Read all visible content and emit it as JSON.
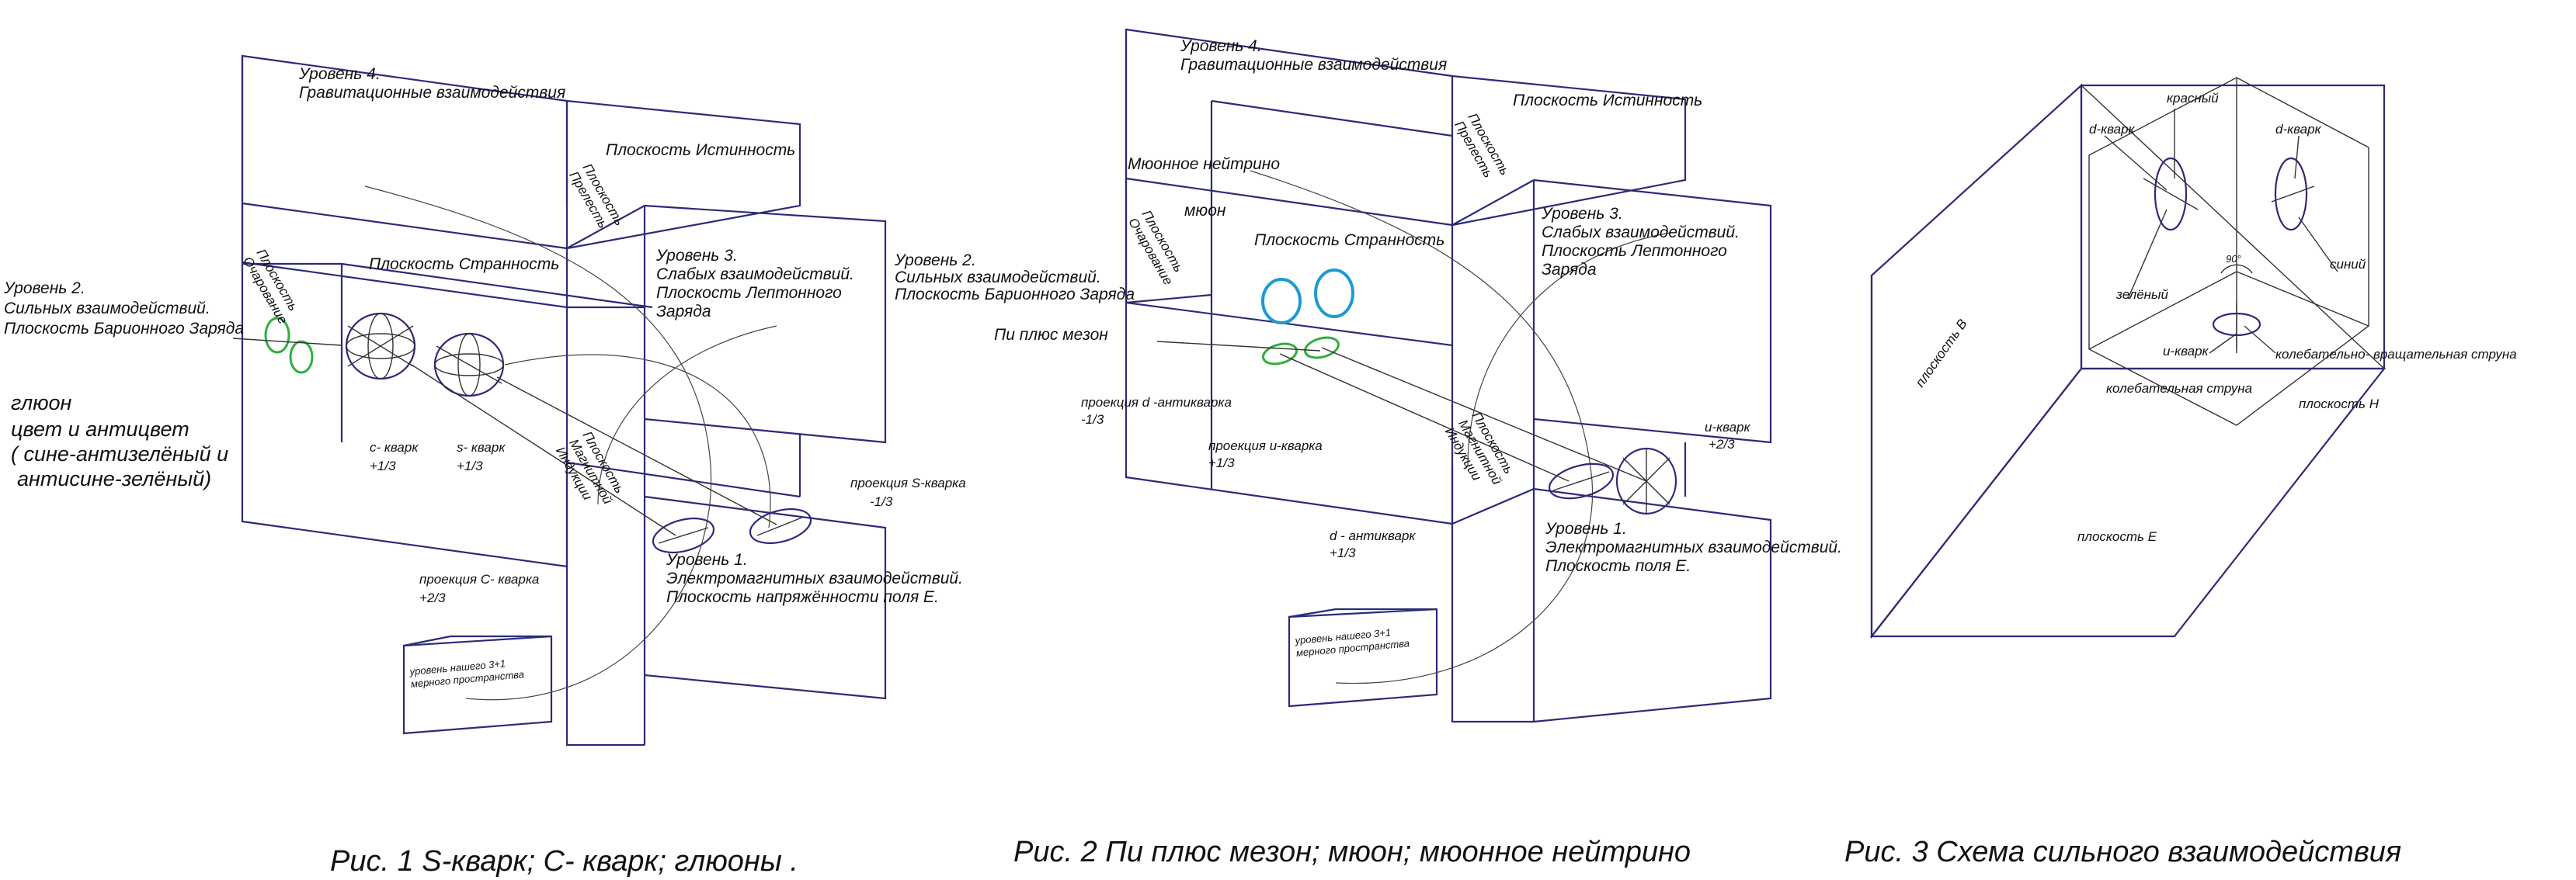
{
  "fig1": {
    "level4": [
      "Уровень 4.",
      "Гравитационные  взаимодействия"
    ],
    "truth_plane": "Плоскость  Истинность",
    "charm_plane": [
      "Плоскость",
      "Очарование"
    ],
    "charm_plane_r": [
      "Плоскость",
      "Прелесть"
    ],
    "level2": [
      "Уровень 2.",
      "Сильных  взаимодействий.",
      "Плоскость  Барионного  Заряда"
    ],
    "strangeness_plane": "Плоскость  Странность",
    "level3": [
      "Уровень 3.",
      "Слабых  взаимодействий.",
      "Плоскость  Лептонного",
      "Заряда"
    ],
    "gluon": [
      "глюон",
      "цвет  и  антицвет",
      "( сине-антизелёный  и",
      "антисине-зелёный)"
    ],
    "c_quark": [
      "с-  кварк",
      "+1/3"
    ],
    "s_quark": [
      "s-  кварк",
      "+1/3"
    ],
    "magnetic_plane": [
      "Плоскость",
      "Магнитной",
      "Индукции"
    ],
    "proj_s": [
      "проекция  S-кварка",
      "-1/3"
    ],
    "level1": [
      "Уровень 1.",
      "Электромагнитных  взаимодействий.",
      "Плоскость  напряжённости  поля  Е."
    ],
    "proj_c": [
      "проекция  С-  кварка",
      "+2/3"
    ],
    "our_level": [
      "уровень  нашего 3+1",
      "мерного  пространства"
    ]
  },
  "fig2": {
    "level4": [
      "Уровень 4.",
      "Гравитационные  взаимодействия"
    ],
    "truth_plane": "Плоскость  Истинность",
    "charm_plane_r": [
      "Плоскость",
      "Прелесть"
    ],
    "muon_neutrino": "Мюонное  нейтрино",
    "muon": "мюон",
    "charm_plane": [
      "Плоскость",
      "Очарование"
    ],
    "strangeness_plane": "Плоскость  Странность",
    "level3": [
      "Уровень 3.",
      "Слабых  взаимодействий.",
      "Плоскость  Лептонного",
      "Заряда"
    ],
    "level2": [
      "Уровень 2.",
      "Сильных  взаимодействий.",
      "Плоскость  Барионного  Заряда"
    ],
    "pi_plus": "Пи  плюс  мезон",
    "proj_d": [
      "проекция  d  -антикварка",
      "-1/3"
    ],
    "proj_u": [
      "проекция  u-кварка",
      "+1/3"
    ],
    "magnetic_plane": [
      "Плоскость",
      "Магнитной",
      "Индукции"
    ],
    "u_quark": [
      "u-кварк",
      "+2/3"
    ],
    "level1": [
      "Уровень 1.",
      "Электромагнитных  взаимодействий.",
      "Плоскость  поля   Е."
    ],
    "d_antiquark": [
      "d  -  антикварк",
      "+1/3"
    ],
    "our_level": [
      "уровень  нашего 3+1",
      "мерного  пространства"
    ]
  },
  "fig3": {
    "red": "красный",
    "d_quark_l": "d-кварк",
    "d_quark_r": "d-кварк",
    "angle": "90°",
    "blue": "синий",
    "green": "зелёный",
    "u_quark": "u-кварк",
    "rot_string": "колебательно-  вращательная  струна",
    "vib_string": "колебательная  струна",
    "plane_h": "плоскость  Н",
    "plane_b": "плоскость  В",
    "plane_e": "плоскость  Е"
  },
  "captions": [
    "Рис. 1  S-кварк;  С- кварк;  глюоны .",
    "Рис. 2   Пи  плюс  мезон;  мюон;  мюонное  нейтрино",
    "Рис. 3  Схема  сильного  взаимодействия"
  ]
}
